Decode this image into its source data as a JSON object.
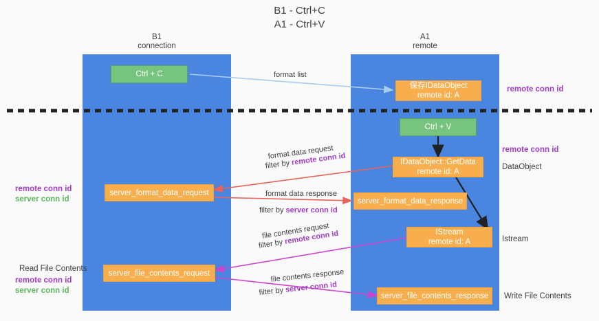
{
  "diagram": {
    "title_line1": "B1 - Ctrl+C",
    "title_line2": "A1 - Ctrl+V",
    "colors": {
      "lane": "#4a86e0",
      "green_node": "#76c47e",
      "orange_node": "#f9ae4e",
      "purple_text": "#a03fc4",
      "green_text": "#5cb85c",
      "red_arrow": "#e8635a",
      "magenta_arrow": "#cc44cc",
      "lightblue_arrow": "#a8cdf0",
      "black_arrow": "#202124",
      "divider": "#202124"
    },
    "lanes": [
      {
        "id": "b1",
        "head_line1": "B1",
        "head_line2": "connection"
      },
      {
        "id": "a1",
        "head_line1": "A1",
        "head_line2": "remote"
      }
    ],
    "nodes": [
      {
        "id": "ctrl-c",
        "kind": "green",
        "line1": "Ctrl + C",
        "line2": ""
      },
      {
        "id": "ctrl-v",
        "kind": "green",
        "line1": "Ctrl + V",
        "line2": ""
      },
      {
        "id": "idataobject",
        "kind": "orange",
        "line1": "保存IDataObject",
        "line2": "remote id: A"
      },
      {
        "id": "getdata",
        "kind": "orange",
        "line1": "IDataObject::GetData",
        "line2": "remote id: A"
      },
      {
        "id": "istream",
        "kind": "orange",
        "line1": "IStream",
        "line2": "remote id: A"
      },
      {
        "id": "server-format-data-request",
        "kind": "orange",
        "line1": "server_format_data_request",
        "line2": ""
      },
      {
        "id": "server-format-data-response",
        "kind": "orange",
        "line1": "server_format_data_response",
        "line2": ""
      },
      {
        "id": "server-file-contents-request",
        "kind": "orange",
        "line1": "server_file_contents_request",
        "line2": ""
      },
      {
        "id": "server-file-contents-response",
        "kind": "orange",
        "line1": "server_file_contents_response",
        "line2": ""
      }
    ],
    "edge_labels": {
      "format_list": "format list",
      "format_data_request": "format data request",
      "format_data_request_filter_prefix": "filter by ",
      "format_data_request_filter_key": "remote conn id",
      "format_data_response": "format data response",
      "format_data_response_filter_prefix": "filter by ",
      "format_data_response_filter_key": "server conn id",
      "file_contents_request": "file contents request",
      "file_contents_request_filter_prefix": "filter by ",
      "file_contents_request_filter_key": "remote conn id",
      "file_contents_response": "file contents response",
      "file_contents_response_filter_prefix": "filter by ",
      "file_contents_response_filter_key": "server conn id"
    },
    "right_annotations": [
      {
        "id": "remote-conn-id-top",
        "text": "remote conn id",
        "style": "purple"
      },
      {
        "id": "remote-conn-id-mid",
        "text": "remote conn id",
        "style": "purple"
      },
      {
        "id": "dataobject",
        "text": "DataObject",
        "style": "plain"
      },
      {
        "id": "istream-note",
        "text": "Istream",
        "style": "plain"
      },
      {
        "id": "write-file-contents",
        "text": "Write File Contents",
        "style": "plain"
      }
    ],
    "left_annotations": [
      {
        "id": "left-remote-conn-id-1",
        "text": "remote conn id",
        "style": "purple"
      },
      {
        "id": "left-server-conn-id-1",
        "text": "server conn id",
        "style": "green"
      },
      {
        "id": "read-file-contents",
        "text": "Read File Contents",
        "style": "plain"
      },
      {
        "id": "left-remote-conn-id-2",
        "text": "remote conn id",
        "style": "purple"
      },
      {
        "id": "left-server-conn-id-2",
        "text": "server conn id",
        "style": "green"
      }
    ]
  }
}
